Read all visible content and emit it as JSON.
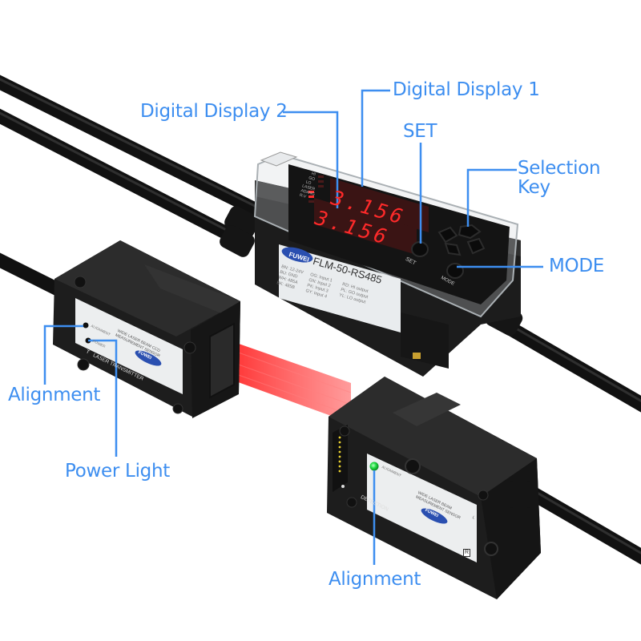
{
  "callouts": {
    "digital_display_1": "Digital Display 1",
    "digital_display_2": "Digital Display 2",
    "set": "SET",
    "selection_key_line1": "Selection",
    "selection_key_line2": "Key",
    "mode": "MODE",
    "alignment_transmitter": "Alignment",
    "power_light": "Power Light",
    "alignment_receiver": "Alignment"
  },
  "controller": {
    "brand": "FUWEI",
    "model": "FLM-50-RS485",
    "display_1_value": "3.156",
    "display_2_value": "3.156",
    "indicators": [
      "HI",
      "GO",
      "LO",
      "LASER",
      "ADANG",
      "R.V"
    ],
    "button_set": "SET",
    "button_mode": "MODE",
    "wiring_power": [
      "BN: 12-24V",
      "BU: GND",
      "WH: 485A",
      "BK: 485B"
    ],
    "wiring_inputs": [
      "OG: Input 1",
      "GN: Input 2",
      "PK: Input 3",
      "GY: Input 4"
    ],
    "wiring_outputs": [
      "RD: HI output",
      "PL: GO output",
      "YL: LO output"
    ]
  },
  "transmitter": {
    "label_alignment": "ALIGNMENT",
    "label_power": "POWER",
    "description_line1": "WIDE LASER BEAM CCD",
    "description_line2": "MEASUREMENT SENSOR",
    "brand": "FUWEI",
    "side_label": "LASER TRANSMITTER",
    "marker": "T"
  },
  "receiver": {
    "label_alignment": "ALIGNMENT",
    "label_detection": "DETECTION",
    "description_line1": "WIDE LASER BEAM",
    "description_line2": "MEASUREMENT SENSOR",
    "brand": "FUWEI",
    "marker": "R",
    "side_letter": "L"
  },
  "colors": {
    "callout_blue": "#3d8ef0",
    "device_body": "#1e1e1e",
    "display_red": "#ff2a2a",
    "laser_red": "#ff3030",
    "alignment_green": "#22dd44",
    "brand_blue": "#2a4fb0"
  }
}
